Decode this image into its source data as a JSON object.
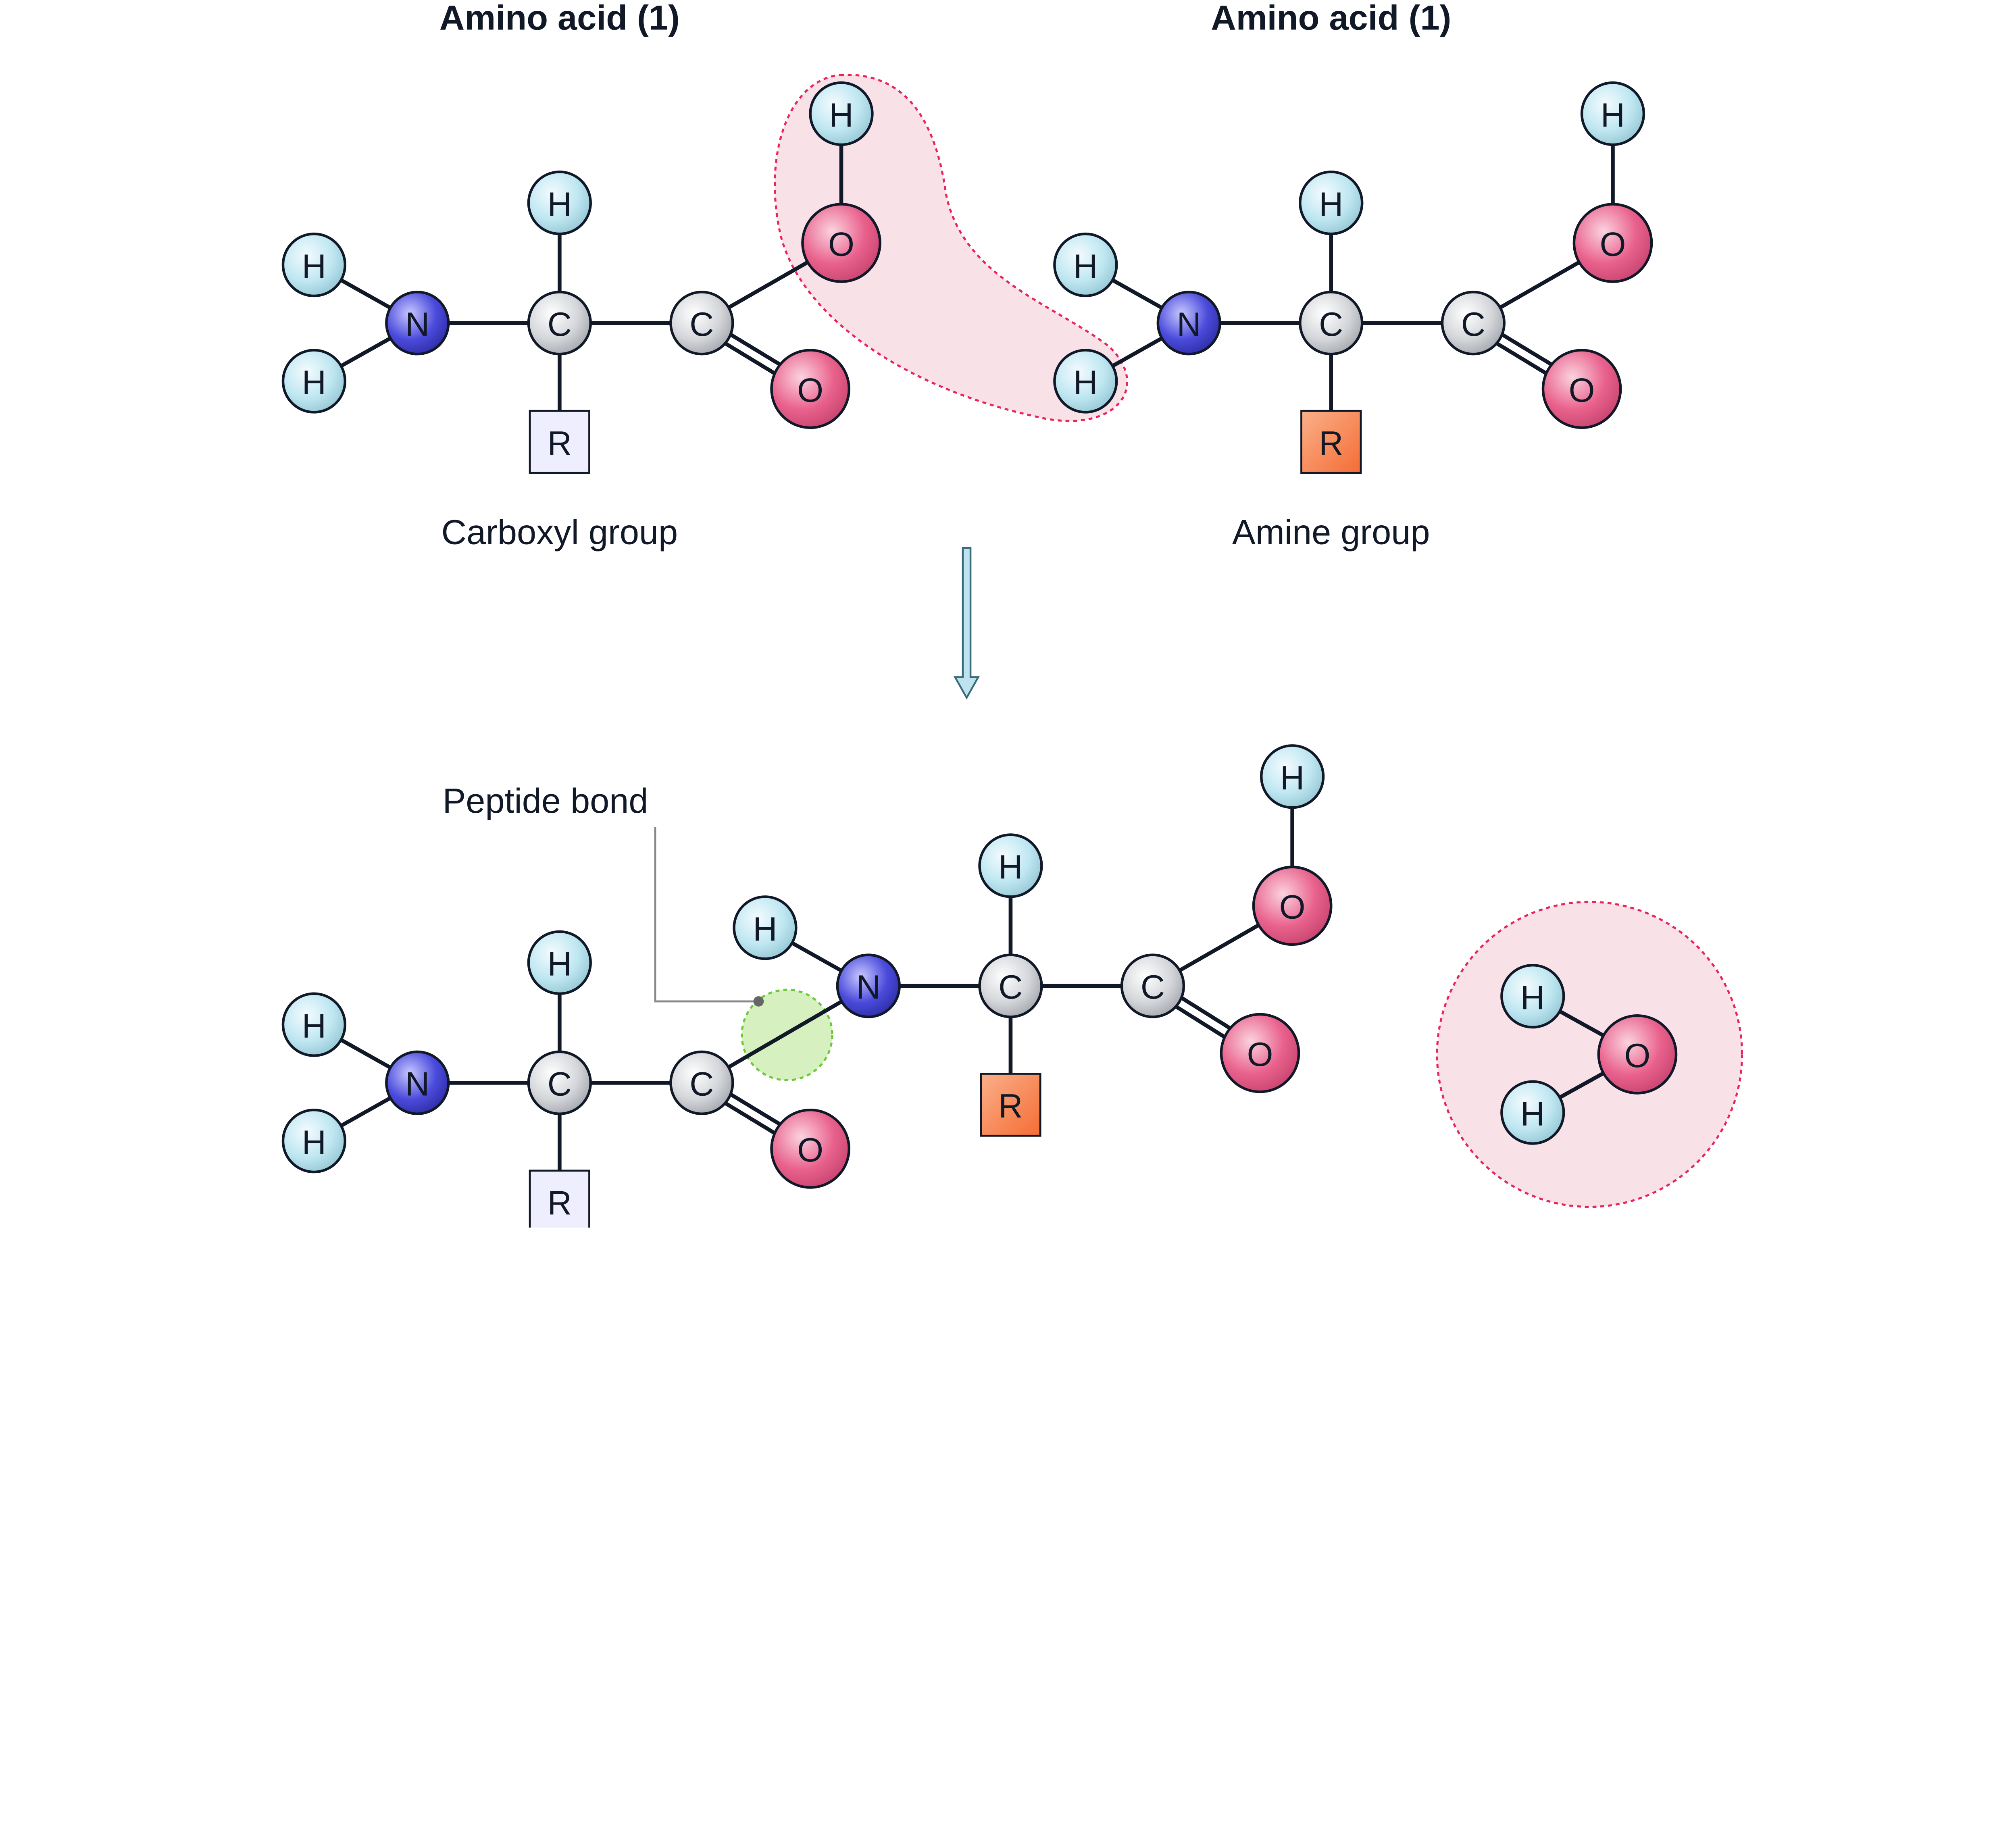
{
  "titles": {
    "left": "Amino acid (1)",
    "right": "Amino acid (1)"
  },
  "captions": {
    "carboxyl": "Carboxyl group",
    "amine": "Amine group",
    "peptide_bond": "Peptide bond"
  },
  "colors": {
    "hydrogen": "#bfe7f2",
    "nitrogen": "#4b4bdc",
    "carbon": "#d4d6da",
    "oxygen": "#e9628d",
    "r_plain": "#eeeefe",
    "r_orange": "#f7844f",
    "highlight_pink": "#f9e1e8",
    "highlight_pink_border": "#e8245c",
    "peptide_green": "#d6f0c0",
    "peptide_green_border": "#6cc83a",
    "bond": "#111827",
    "arrow": "#bfe3ee"
  },
  "atoms": {
    "top_left": [
      "N",
      "C",
      "C",
      "H",
      "H",
      "H",
      "R",
      "O",
      "H",
      "O"
    ],
    "top_right": [
      "N",
      "C",
      "C",
      "H",
      "H",
      "H",
      "R",
      "O",
      "H",
      "O"
    ],
    "product": [
      "N",
      "C",
      "C",
      "H",
      "H",
      "H",
      "R",
      "O",
      "N",
      "H",
      "C",
      "H",
      "R",
      "C",
      "O",
      "H",
      "O"
    ],
    "water": [
      "O",
      "H",
      "H"
    ]
  }
}
